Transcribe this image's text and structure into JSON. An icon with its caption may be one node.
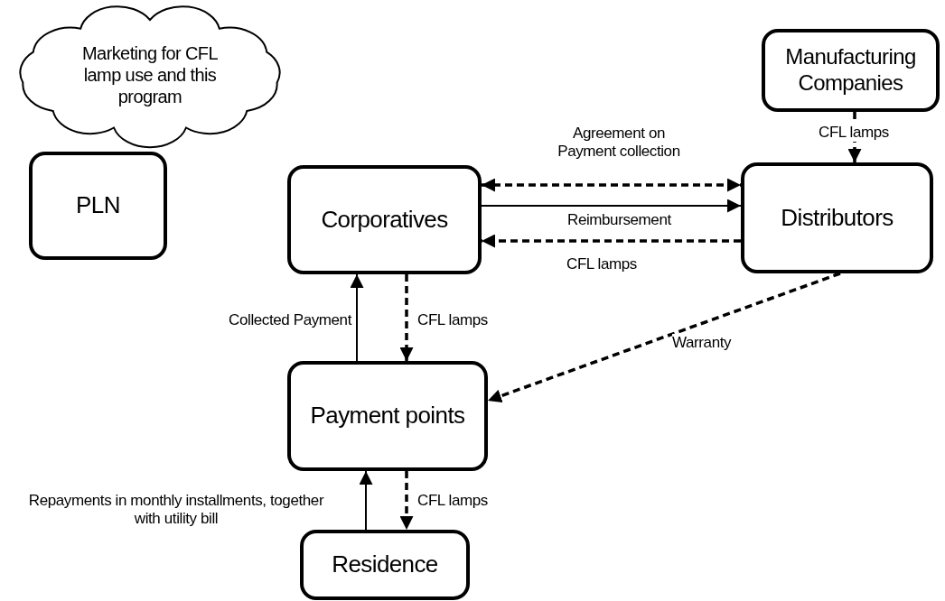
{
  "diagram": {
    "nodes": [
      {
        "text": [
          "Marketing for CFL lamp use and this program"
        ]
      },
      {
        "text": [
          "PLN"
        ]
      },
      {
        "text": [
          "Manufacturing Companies"
        ]
      },
      {
        "text": [
          "Corporatives"
        ]
      },
      {
        "text": [
          "Distributors"
        ]
      },
      {
        "text": [
          "Payment points"
        ]
      },
      {
        "text": [
          "Residence"
        ]
      }
    ],
    "edges": [
      {
        "from": 2,
        "to": 4,
        "arrow": "to",
        "label": "CFL lamps",
        "style": "dashed"
      },
      {
        "from": 3,
        "to": 4,
        "arrow": "both",
        "label": "Agreement on Payment collection",
        "style": "dashed"
      },
      {
        "from": 3,
        "to": 4,
        "arrow": "to",
        "label": "Reimbursement"
      },
      {
        "from": 4,
        "to": 3,
        "arrow": "to",
        "label": "CFL lamps",
        "style": "dashed"
      },
      {
        "from": 5,
        "to": 3,
        "arrow": "to",
        "label": "Collected Payment"
      },
      {
        "from": 3,
        "to": 5,
        "arrow": "to",
        "label": "CFL lamps",
        "style": "dashed"
      },
      {
        "from": 4,
        "to": 5,
        "arrow": "to",
        "label": "Warranty",
        "style": "dashed"
      },
      {
        "from": 6,
        "to": 5,
        "arrow": "to",
        "label": "Repayments in monthly installments, together with utility bill"
      },
      {
        "from": 5,
        "to": 6,
        "arrow": "to",
        "label": "CFL lamps",
        "style": "dashed"
      }
    ]
  }
}
